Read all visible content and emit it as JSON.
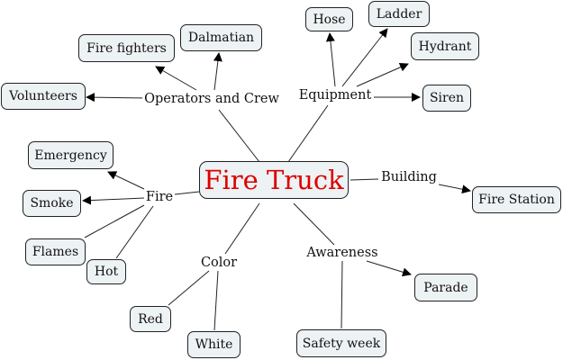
{
  "diagram": {
    "title": "Fire Truck",
    "accent_color": "#dd0000",
    "node_fill": "#edf2f4",
    "center": "Fire Truck",
    "branches": [
      {
        "label": "Operators and Crew",
        "children": [
          "Fire fighters",
          "Dalmatian",
          "Volunteers"
        ],
        "arrows": true
      },
      {
        "label": "Equipment",
        "children": [
          "Hose",
          "Ladder",
          "Hydrant",
          "Siren"
        ],
        "arrows": true
      },
      {
        "label": "Building",
        "children": [
          "Fire Station"
        ],
        "arrows": true
      },
      {
        "label": "Fire",
        "children": [
          "Emergency",
          "Smoke",
          "Flames",
          "Hot"
        ],
        "arrows_on": [
          "Emergency",
          "Smoke"
        ]
      },
      {
        "label": "Color",
        "children": [
          "Red",
          "White"
        ],
        "arrows": false
      },
      {
        "label": "Awareness",
        "children": [
          "Parade",
          "Safety week"
        ],
        "arrows_on": [
          "Parade"
        ]
      }
    ]
  }
}
